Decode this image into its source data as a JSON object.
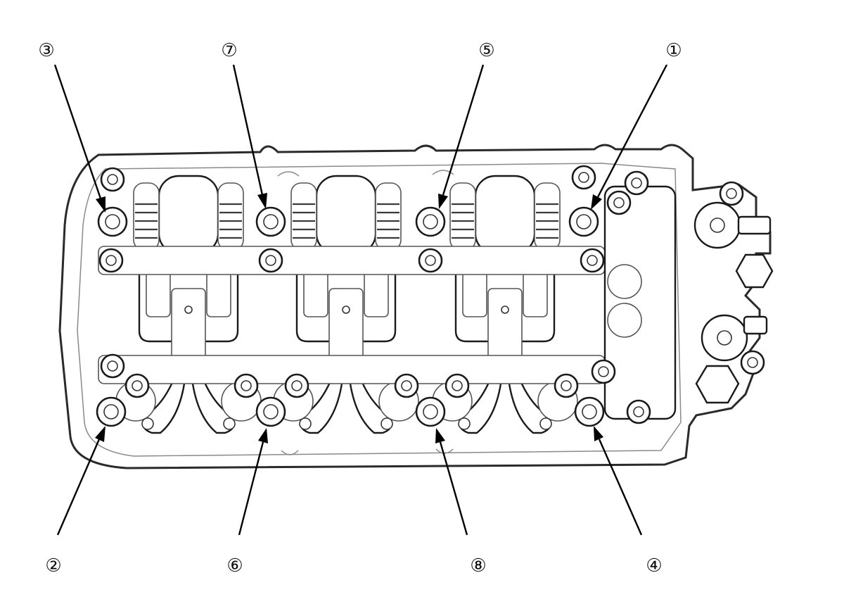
{
  "figure": {
    "callouts": [
      {
        "id": "1",
        "label": "①"
      },
      {
        "id": "2",
        "label": "②"
      },
      {
        "id": "3",
        "label": "③"
      },
      {
        "id": "4",
        "label": "④"
      },
      {
        "id": "5",
        "label": "⑤"
      },
      {
        "id": "6",
        "label": "⑥"
      },
      {
        "id": "7",
        "label": "⑦"
      },
      {
        "id": "8",
        "label": "⑧"
      }
    ]
  }
}
